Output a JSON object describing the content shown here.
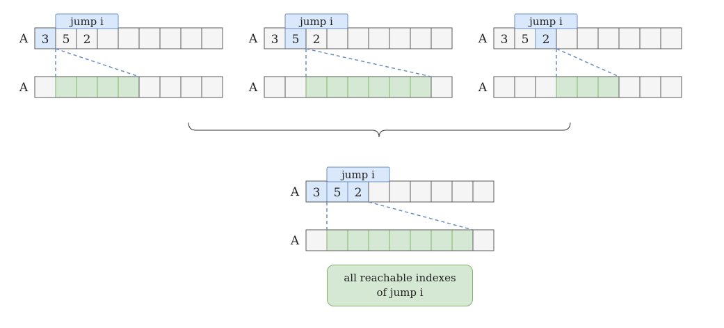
{
  "array_label": "A",
  "jump_label": "jump i",
  "first_values": [
    "3",
    "5",
    "2"
  ],
  "cell_count": 9,
  "colors": {
    "cell_default": "#f5f5f5",
    "cell_highlight": "#dae8fc",
    "cell_reachable": "#d5e8d4",
    "border_highlight": "#6c8ebf",
    "border_reachable": "#82b366",
    "dash": "#6c8ebf"
  },
  "examples": [
    {
      "index": 0,
      "reach_start": 1,
      "reach_end": 4
    },
    {
      "index": 1,
      "reach_start": 2,
      "reach_end": 7
    },
    {
      "index": 2,
      "reach_start": 3,
      "reach_end": 5
    }
  ],
  "combined": {
    "highlight_start": 0,
    "highlight_end": 2,
    "reach_start": 1,
    "reach_end": 7
  },
  "note": {
    "line1": "all reachable indexes",
    "line2": "of jump i"
  }
}
